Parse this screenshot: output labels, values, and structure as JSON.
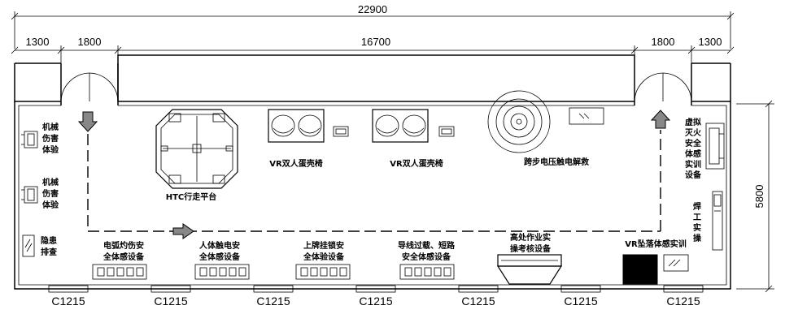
{
  "dimensions": {
    "total": "22900",
    "left_wall": "1300",
    "left_door": "1800",
    "middle": "16700",
    "right_door": "1800",
    "right_wall": "1300",
    "height": "5800"
  },
  "windows": [
    "C1215",
    "C1215",
    "C1215",
    "C1215",
    "C1215",
    "C1215",
    "C1215"
  ],
  "stations": {
    "left_top": [
      "机械",
      "伤害",
      "体验"
    ],
    "left_mid": [
      "机械",
      "伤害",
      "体验"
    ],
    "left_bottom": [
      "隐患",
      "排查"
    ],
    "htc": "HTC行走平台",
    "vr_seat_1": "VR双人蛋壳椅",
    "vr_seat_2": "VR双人蛋壳椅",
    "step_voltage": "跨步电压触电解救",
    "right_top": [
      "虚拟",
      "灭火",
      "安全",
      "体感",
      "实训",
      "设备"
    ],
    "right_mid": [
      "焊",
      "工",
      "实",
      "操"
    ],
    "arc": [
      "电弧灼伤安",
      "全体感设备"
    ],
    "body_shock": [
      "人体触电安",
      "全体感设备"
    ],
    "lock": [
      "上牌挂锁安",
      "全体验设备"
    ],
    "overload": [
      "导线过载、短路",
      "安全体感设备"
    ],
    "height_work": [
      "高处作业实",
      "操考核设备"
    ],
    "vr_fall": "VR坠落体感实训"
  }
}
